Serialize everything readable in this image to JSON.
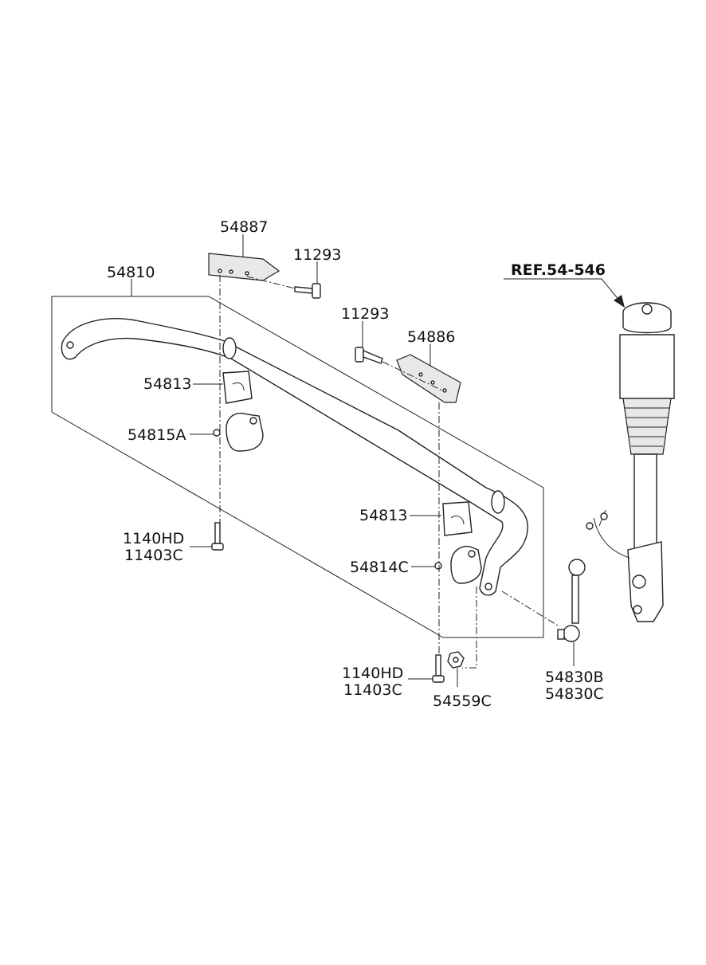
{
  "labels": {
    "stabilizer_bar": "54810",
    "bracket_left": "54887",
    "bolt_upper_left": "11293",
    "bolt_upper_right": "11293",
    "bracket_right": "54886",
    "bushing_left": "54813",
    "clamp_left": "54815A",
    "bushing_right": "54813",
    "clamp_right": "54814C",
    "bolt_lower_left_a": "1140HD",
    "bolt_lower_left_b": "11403C",
    "bolt_lower_right_a": "1140HD",
    "bolt_lower_right_b": "11403C",
    "nut": "54559C",
    "link_a": "54830B",
    "link_b": "54830C",
    "reference": "REF.54-546"
  },
  "colors": {
    "line": "#222222",
    "background": "#ffffff",
    "shade": "#e8e8e8"
  }
}
